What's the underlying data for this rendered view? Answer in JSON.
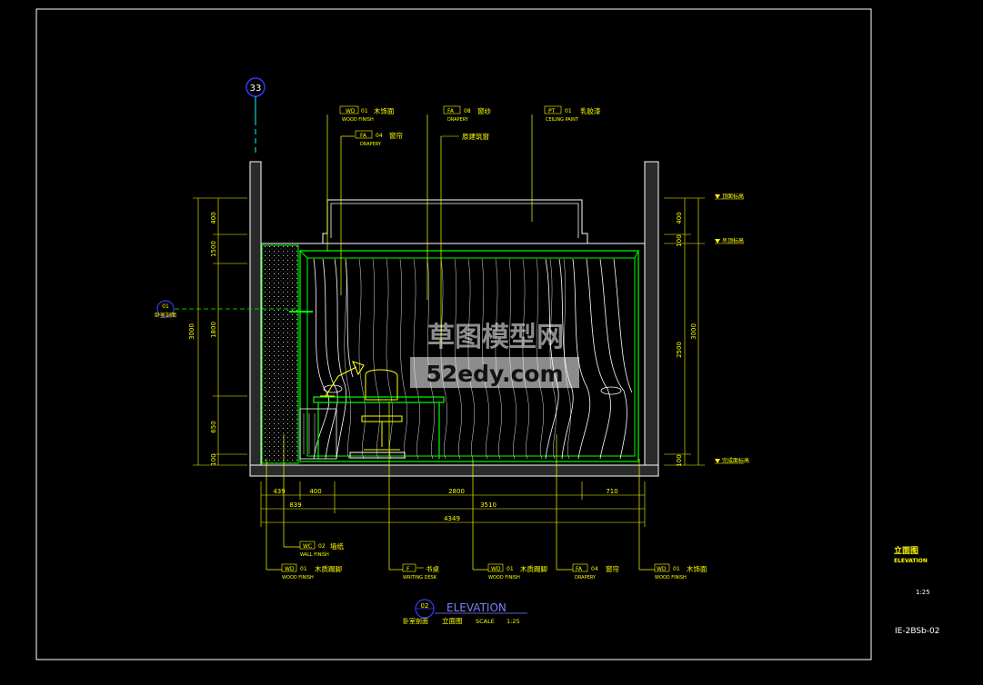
{
  "grid_bubble": "33",
  "section_marker": {
    "id": "01",
    "label": "卧室剖面"
  },
  "callouts_top": [
    {
      "code": "WD",
      "num": "01",
      "name": "木饰面",
      "en": "WOOD FINISH"
    },
    {
      "code": "FA",
      "num": "04",
      "name": "窗帘",
      "en": "DRAPERY"
    },
    {
      "code": "FA",
      "num": "08",
      "name": "窗纱",
      "en": "DRAPERY"
    },
    {
      "code": "",
      "num": "",
      "name": "原建筑窗",
      "en": ""
    },
    {
      "code": "PT",
      "num": "01",
      "name": "乳胶漆",
      "en": "CEILING PAINT"
    }
  ],
  "callouts_bottom": [
    {
      "code": "WC",
      "num": "02",
      "name": "墙纸",
      "en": "WALL FINISH"
    },
    {
      "code": "WD",
      "num": "01",
      "name": "木质踢脚",
      "en": "WOOD FINISH"
    },
    {
      "code": "F",
      "num": "",
      "name": "书桌",
      "en": "WRITING DESK"
    },
    {
      "code": "WD",
      "num": "01",
      "name": "木质踢脚",
      "en": "WOOD FINISH"
    },
    {
      "code": "FA",
      "num": "04",
      "name": "窗帘",
      "en": "DRAPERY"
    },
    {
      "code": "WD",
      "num": "01",
      "name": "木饰面",
      "en": "WOOD FINISH"
    }
  ],
  "levels": [
    {
      "label": "顶面标高"
    },
    {
      "label": "吊顶标高"
    },
    {
      "label": "完成面标高"
    }
  ],
  "dims_left": {
    "total": "3000",
    "parts": [
      "400",
      "1500",
      "1800",
      "650",
      "100"
    ]
  },
  "dims_right": {
    "total": "3000",
    "parts": [
      "400",
      "100",
      "2500",
      "100"
    ]
  },
  "dims_bottom": {
    "row1": [
      "439",
      "400",
      "2800",
      "710"
    ],
    "row2": [
      "839",
      "3510"
    ],
    "row3": [
      "4349"
    ]
  },
  "title_block": {
    "number": "02",
    "sub_label": "卧室剖面",
    "title_en": "ELEVATION",
    "title_cn": "立面图",
    "scale_label": "SCALE",
    "scale_value": "1:25"
  },
  "sheet_info": {
    "title_cn": "立面图",
    "title_en": "ELEVATION",
    "scale": "1:25",
    "sheet_no": "IE-2BSb-02"
  },
  "watermark": {
    "cn": "草图模型网",
    "url": "52edy.com"
  },
  "colors": {
    "bg": "#000000",
    "text": "#ffff00",
    "lines": "#ffffff",
    "green": "#00ff00",
    "bubble": "#0000ff"
  }
}
